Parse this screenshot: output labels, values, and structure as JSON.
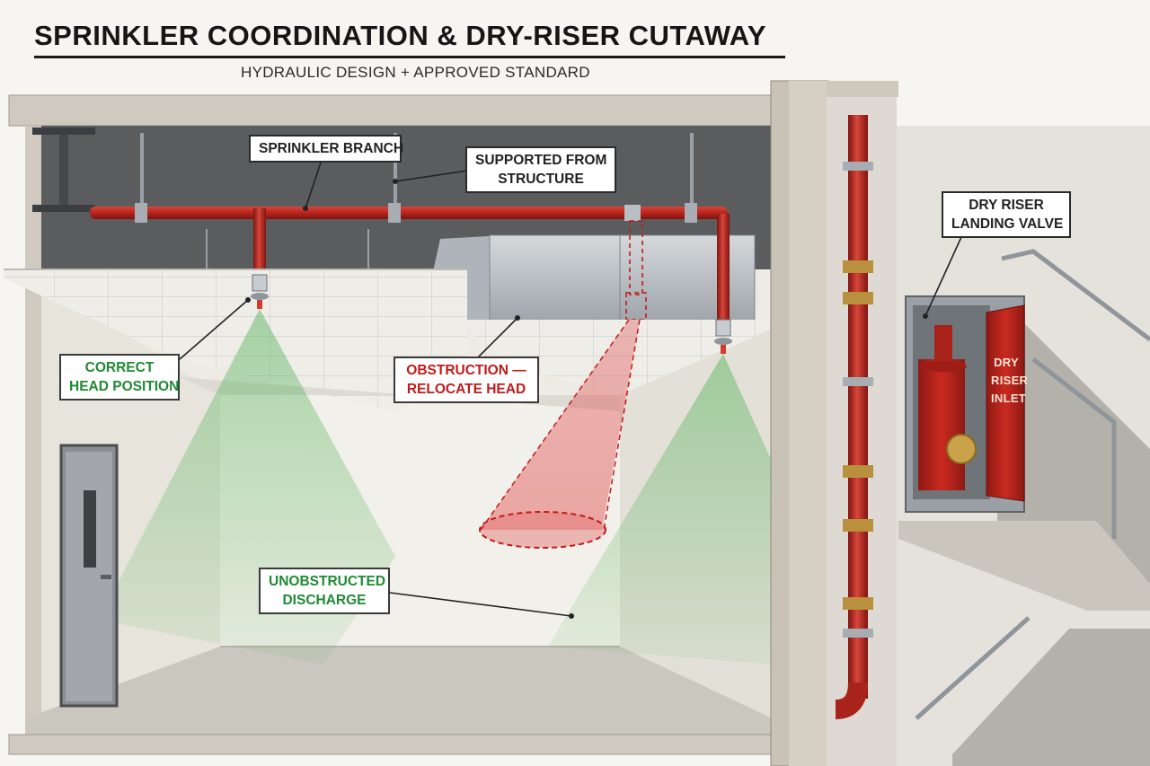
{
  "title": "SPRINKLER COORDINATION & DRY-RISER CUTAWAY",
  "subtitle": "HYDRAULIC DESIGN + APPROVED STANDARD",
  "callouts": {
    "sprinkler_branch": "SPRINKLER BRANCH",
    "supported_line1": "SUPPORTED FROM",
    "supported_line2": "STRUCTURE",
    "correct_line1": "CORRECT",
    "correct_line2": "HEAD POSITION",
    "obstruction_line1": "OBSTRUCTION —",
    "obstruction_line2": "RELOCATE HEAD",
    "unobstructed_line1": "UNOBSTRUCTED",
    "unobstructed_line2": "DISCHARGE",
    "landing_line1": "DRY RISER",
    "landing_line2": "LANDING VALVE"
  },
  "inlet_door": {
    "line1": "DRY",
    "line2": "RISER",
    "line3": "INLET"
  },
  "colors": {
    "pipe_red": "#b8241c",
    "correct_green": "#1f8a33",
    "obstruction_red": "#c21a1a",
    "concrete": "#cfc9bf",
    "duct_steel": "#b9bec3"
  }
}
